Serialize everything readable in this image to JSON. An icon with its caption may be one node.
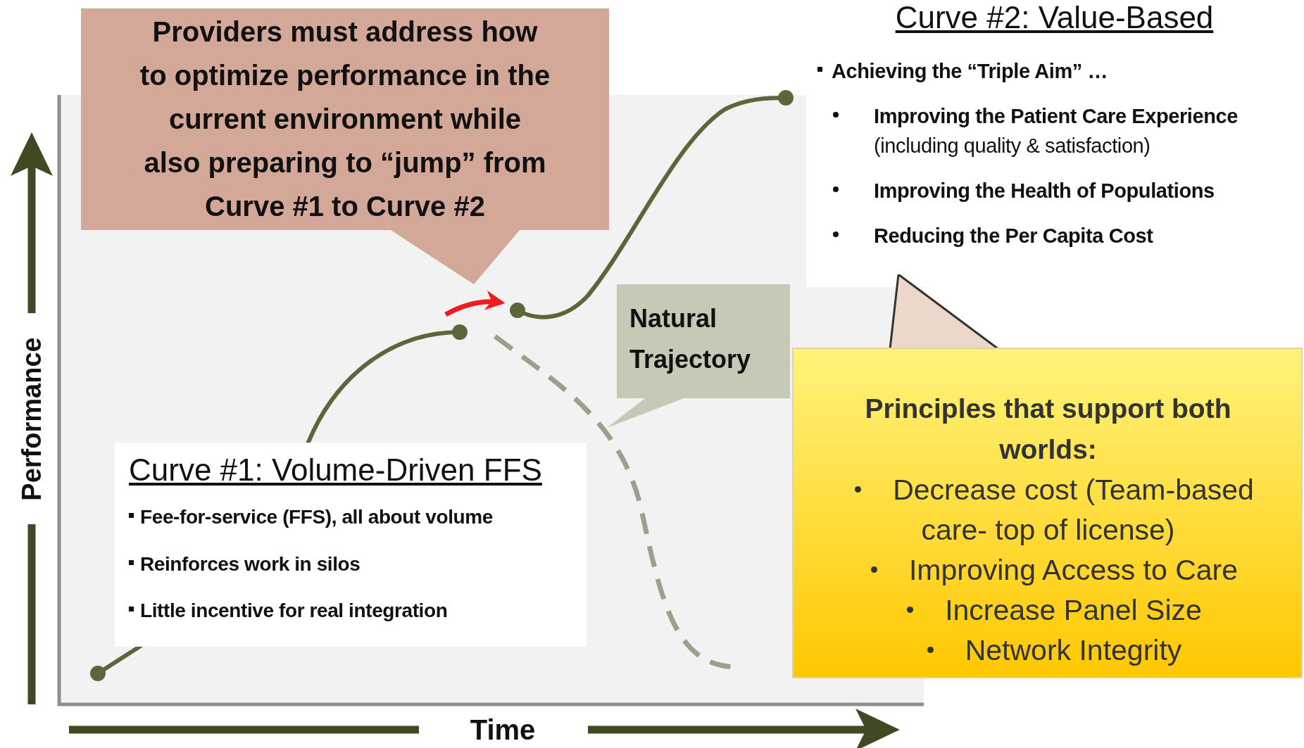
{
  "diagram": {
    "nodes": [
      {
        "text": [
          "Providers must address how to optimize performance in the current environment while also preparing to “jump” from Curve #1 to Curve #2"
        ]
      },
      {
        "text": [
          "Curve #2: Value-Based",
          "Achieving the “Triple Aim” …",
          "**Improving the Patient Care Experience** (including quality & satisfaction)",
          "Improving the Health of Populations",
          "Reducing the Per Capita Cost"
        ]
      },
      {
        "text": [
          "Natural Trajectory"
        ]
      },
      {
        "text": [
          "Curve #1: Volume-Driven FFS",
          "Fee-for-service (FFS), all about volume",
          "Reinforces work in silos",
          "Little incentive for real integration"
        ]
      },
      {
        "text": [
          "Principles that support both worlds:",
          "Decrease cost (Team-based care- top of license)",
          "Improving Access to Care",
          "Increase Panel Size",
          "Network Integrity"
        ]
      }
    ],
    "labels": [
      "Performance",
      "Time"
    ]
  }
}
